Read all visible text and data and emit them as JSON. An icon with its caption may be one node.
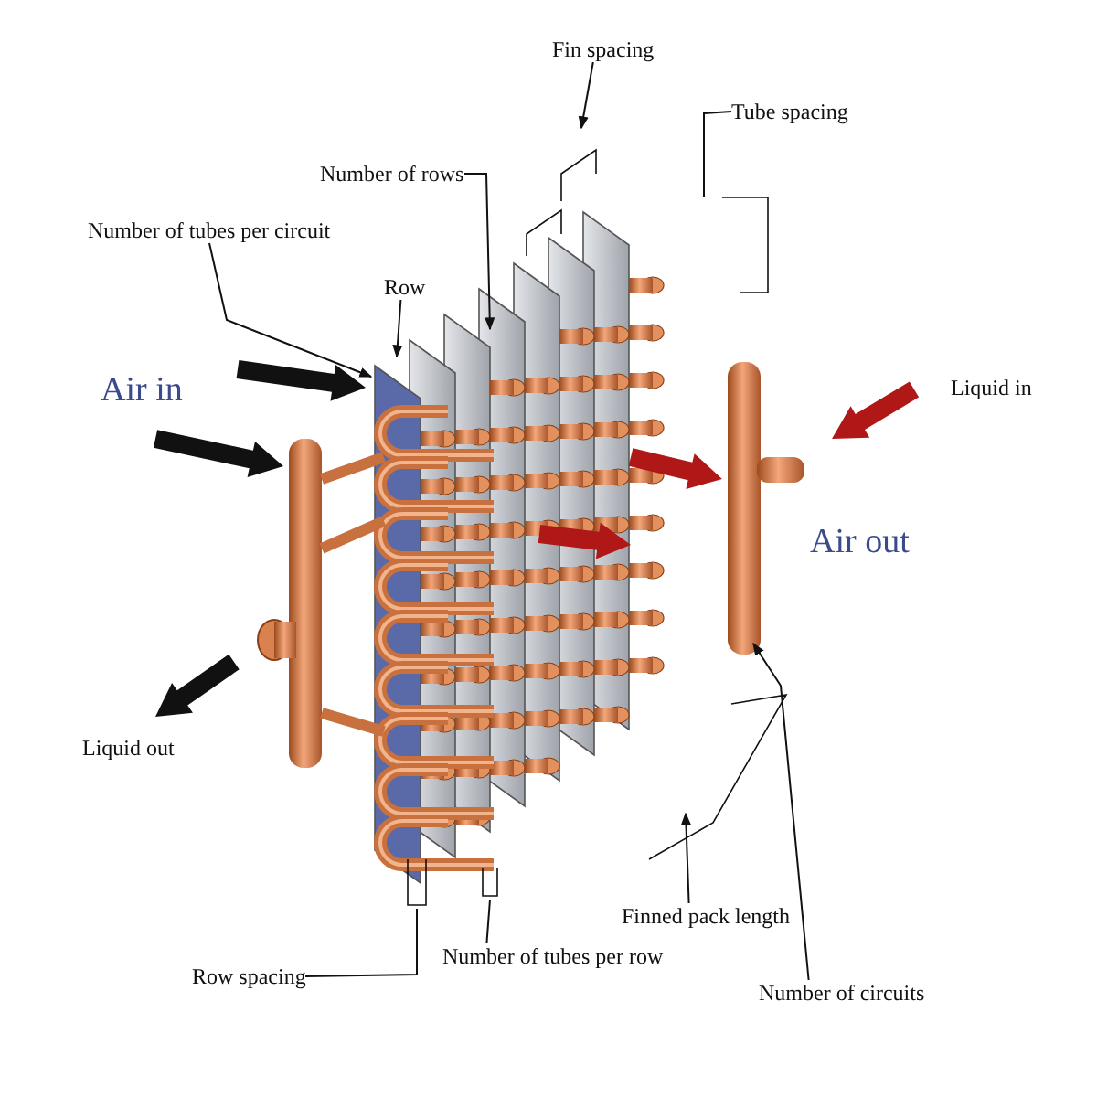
{
  "diagram": {
    "nodes": [
      {
        "text": [
          "Fin spacing"
        ]
      },
      {
        "text": [
          "Tube spacing"
        ]
      },
      {
        "text": [
          "Number of rows"
        ]
      },
      {
        "text": [
          "Number of tubes per circuit"
        ]
      },
      {
        "text": [
          "Row"
        ]
      },
      {
        "text": [
          "Finned pack length"
        ]
      },
      {
        "text": [
          "Row spacing"
        ]
      },
      {
        "text": [
          "Number of tubes per row"
        ]
      },
      {
        "text": [
          "Number of circuits"
        ]
      }
    ],
    "edges": [
      {
        "from": 0,
        "to": null,
        "arrow": "to"
      },
      {
        "from": 1,
        "to": null,
        "arrow": "none"
      },
      {
        "from": 2,
        "to": null,
        "arrow": "to"
      },
      {
        "from": 3,
        "to": null,
        "arrow": "to"
      },
      {
        "from": 4,
        "to": null,
        "arrow": "to"
      },
      {
        "from": 5,
        "to": null,
        "arrow": "to"
      },
      {
        "from": 6,
        "to": null,
        "arrow": "none"
      },
      {
        "from": 7,
        "to": null,
        "arrow": "none"
      },
      {
        "from": 8,
        "to": null,
        "arrow": "to"
      }
    ],
    "labels": [
      "Air in",
      "Liquid in",
      "Air out",
      "Liquid out"
    ]
  }
}
